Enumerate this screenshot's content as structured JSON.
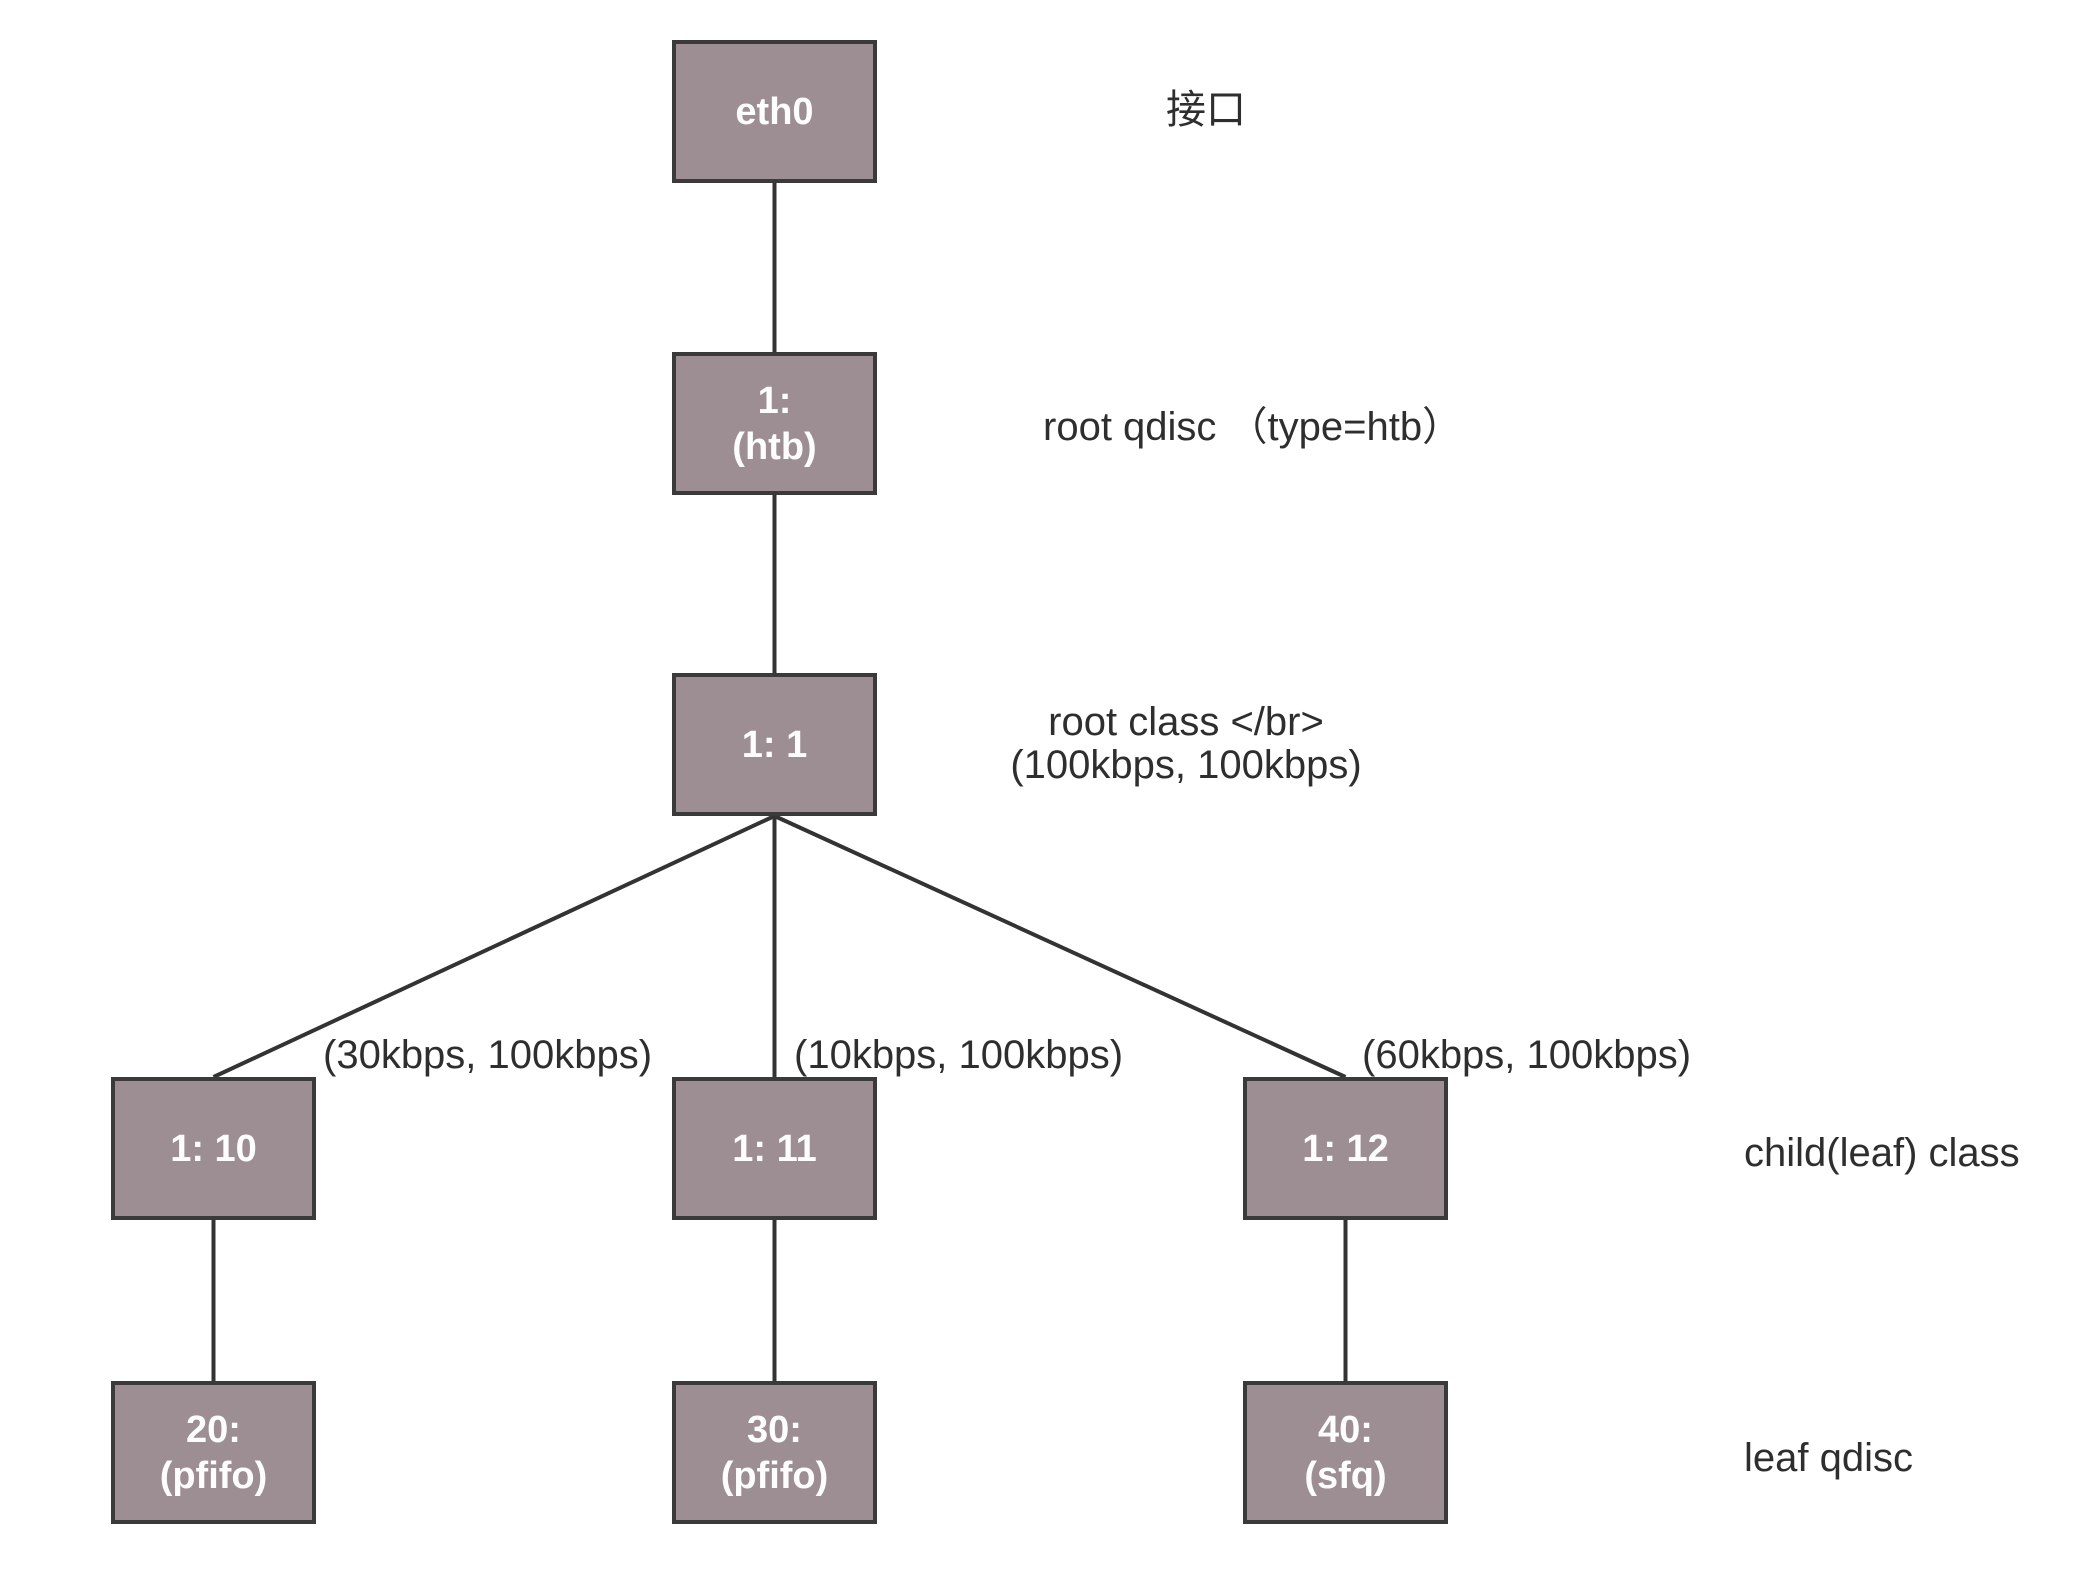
{
  "diagram": {
    "kind": "linux-tc-htb-hierarchy",
    "colors": {
      "background": "#ffffff",
      "box_fill": "#9C8E92",
      "box_border": "#3A3A3A",
      "connector": "#333333",
      "box_text": "#FDFDFD",
      "label_text": "#2E2E2E"
    },
    "nodes": {
      "eth0": {
        "lines": [
          "eth0"
        ]
      },
      "htb": {
        "lines": [
          "1:",
          "(htb)"
        ]
      },
      "root": {
        "lines": [
          "1: 1"
        ]
      },
      "c10": {
        "lines": [
          "1: 10"
        ]
      },
      "c11": {
        "lines": [
          "1: 11"
        ]
      },
      "c12": {
        "lines": [
          "1: 12"
        ]
      },
      "q20": {
        "lines": [
          "20:",
          "(pfifo)"
        ]
      },
      "q30": {
        "lines": [
          "30:",
          "(pfifo)"
        ]
      },
      "q40": {
        "lines": [
          "40:",
          "(sfq)"
        ]
      }
    },
    "annotations": {
      "interface": "接口",
      "root_qdisc": "root qdisc （type=htb）",
      "root_class_line1": "root class </br>",
      "root_class_line2": "(100kbps, 100kbps)",
      "rate_left": "(30kbps, 100kbps)",
      "rate_middle": "(10kbps, 100kbps)",
      "rate_right": "(60kbps, 100kbps)",
      "child_class": "child(leaf) class",
      "leaf_qdisc": "leaf qdisc"
    }
  }
}
